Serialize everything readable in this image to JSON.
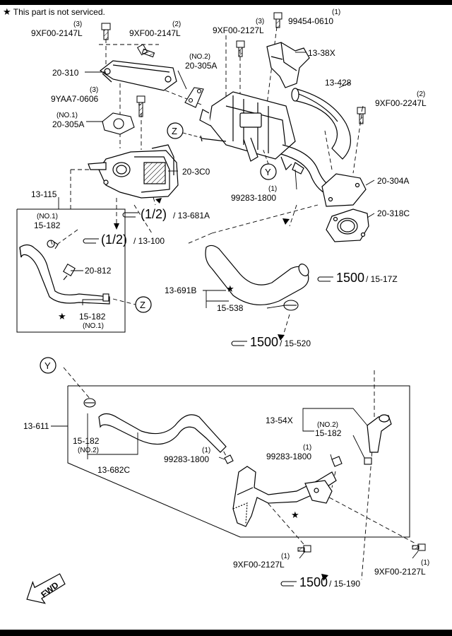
{
  "note": {
    "star": "★",
    "text": "This part is not serviced."
  },
  "labels": {
    "l01": "9XF00-2147L",
    "l01q": "(3)",
    "l02": "9XF00-2147L",
    "l02q": "(2)",
    "l03": "9XF00-2127L",
    "l03q": "(3)",
    "l04": "99454-0610",
    "l04q": "(1)",
    "l05": "13-38X",
    "l06": "20-310",
    "l07": "20-305A",
    "l07q": "(NO.2)",
    "l08": "9YAA7-0606",
    "l08q": "(3)",
    "l09": "13-428",
    "l10": "9XF00-2247L",
    "l10q": "(2)",
    "l11": "20-305A",
    "l11q": "(NO.1)",
    "l12": "20-3C0",
    "l13": "99283-1800",
    "l13q": "(1)",
    "l14": "20-304A",
    "l15": "13-115",
    "l16": "15-182",
    "l16q": "(NO.1)",
    "l17": "20-318C",
    "l18": "20-812",
    "l19": "13-691B",
    "l20": "15-538",
    "l21": "15-182",
    "l21q": "(NO.1)",
    "l22": "13-611",
    "l23": "13-54X",
    "l24": "15-182",
    "l24q": "(NO.2)",
    "l25": "15-182",
    "l25q": "(NO.2)",
    "l26": "99283-1800",
    "l26q": "(1)",
    "l27": "99283-1800",
    "l27q": "(1)",
    "l28": "13-682C",
    "l29": "9XF00-2127L",
    "l29q": "(1)",
    "l30": "9XF00-2127L",
    "l30q": "(1)"
  },
  "refs": {
    "r1": {
      "num": "(1/2)",
      "ref": "/ 13-681A"
    },
    "r2": {
      "num": "(1/2)",
      "ref": "/ 13-100"
    },
    "r3": {
      "num": "1500",
      "ref": "/ 15-17Z"
    },
    "r4": {
      "num": "1500",
      "ref": "/ 15-520"
    },
    "r5": {
      "num": "1500",
      "ref": "/ 15-190"
    }
  },
  "markers": {
    "z": "Z",
    "y": "Y",
    "star": "★",
    "fwd": "FWD"
  }
}
